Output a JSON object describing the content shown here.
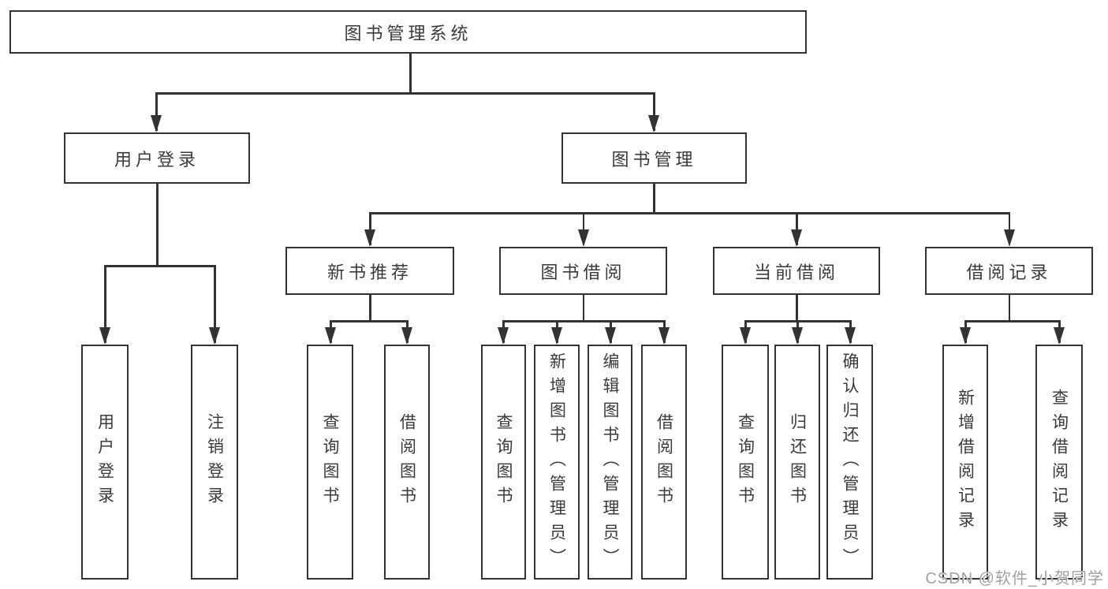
{
  "diagram_title": "图书管理系统",
  "hierarchy": {
    "root": "图书管理系统",
    "children": [
      {
        "label": "用户登录",
        "children": [
          "用户登录",
          "注销登录"
        ]
      },
      {
        "label": "图书管理",
        "children": [
          {
            "label": "新书推荐",
            "children": [
              "查询图书",
              "借阅图书"
            ]
          },
          {
            "label": "图书借阅",
            "children": [
              "查询图书",
              "新增图书（管理员）",
              "编辑图书（管理员）",
              "借阅图书"
            ]
          },
          {
            "label": "当前借阅",
            "children": [
              "查询图书",
              "归还图书",
              "确认归还（管理员）"
            ]
          },
          {
            "label": "借阅记录",
            "children": [
              "新增借阅记录",
              "查询借阅记录"
            ]
          }
        ]
      }
    ]
  },
  "watermark": {
    "text": "CSDN @软件_小贺同学"
  },
  "colors": {
    "line": "#333333",
    "box_border": "#333333",
    "text": "#3a3a3a",
    "background": "#ffffff",
    "watermark": "#a0a0a0"
  }
}
